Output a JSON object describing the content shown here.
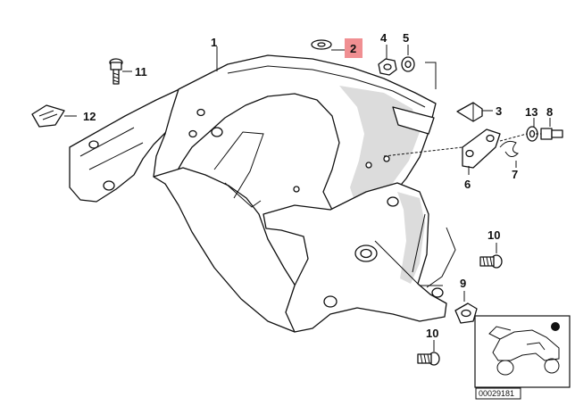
{
  "diagram": {
    "callouts": [
      {
        "id": "1",
        "label": "1"
      },
      {
        "id": "2",
        "label": "2",
        "highlighted": true
      },
      {
        "id": "3",
        "label": "3"
      },
      {
        "id": "4",
        "label": "4"
      },
      {
        "id": "5",
        "label": "5"
      },
      {
        "id": "6",
        "label": "6"
      },
      {
        "id": "7",
        "label": "7"
      },
      {
        "id": "8",
        "label": "8"
      },
      {
        "id": "9",
        "label": "9"
      },
      {
        "id": "10a",
        "label": "10"
      },
      {
        "id": "10b",
        "label": "10"
      },
      {
        "id": "11",
        "label": "11"
      },
      {
        "id": "12",
        "label": "12"
      },
      {
        "id": "13",
        "label": "13"
      }
    ],
    "highlight_color": "#f08f92",
    "reference_code": "00029181"
  }
}
